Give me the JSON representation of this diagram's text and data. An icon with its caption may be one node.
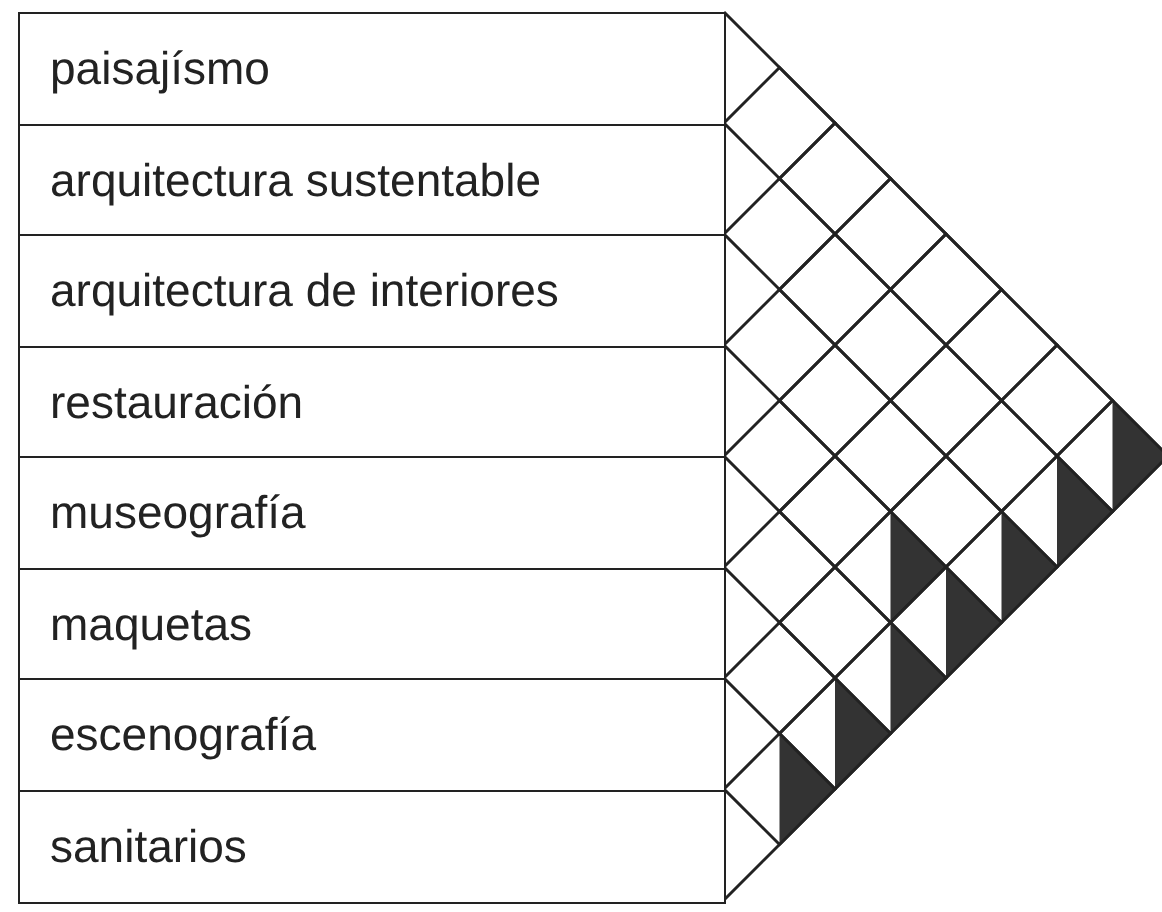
{
  "diagram": {
    "nodes": [
      {
        "text": [
          "paisajísmo"
        ]
      },
      {
        "text": [
          "arquitectura sustentable"
        ]
      },
      {
        "text": [
          "arquitectura de interiores"
        ]
      },
      {
        "text": [
          "restauración"
        ]
      },
      {
        "text": [
          "museografía"
        ]
      },
      {
        "text": [
          "maquetas"
        ]
      },
      {
        "text": [
          "escenografía"
        ]
      },
      {
        "text": [
          "sanitarios"
        ]
      }
    ]
  }
}
